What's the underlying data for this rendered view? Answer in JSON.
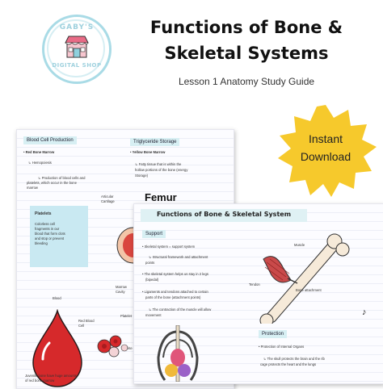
{
  "logo": {
    "top_text": "GABY'S",
    "bottom_text": "DIGITAL SHOP"
  },
  "header": {
    "title_line1": "Functions of Bone &",
    "title_line2": "Skeletal Systems",
    "subtitle": "Lesson 1 Anatomy Study Guide"
  },
  "badge": {
    "line1": "Instant",
    "line2": "Download",
    "color": "#f6c92c"
  },
  "back_page": {
    "section1_title": "Blood Cell Production",
    "s1_bullet1": "Red Bone Marrow",
    "s1_sub1": "Hemopoiesis",
    "s1_sub2": "Production of blood cells and",
    "s1_sub3": "platelets, which occur in the bone",
    "s1_sub4": "marrow",
    "platelets_box_title": "Platelets",
    "platelets_box_text": [
      "Colorless cell",
      "fragments in our",
      "blood that form clots",
      "and stop or prevent",
      "bleeding"
    ],
    "section2_title": "Triglyceride Storage",
    "s2_bullet1": "Yellow Bone Marrow",
    "s2_sub1": "Fatty tissue that is within the",
    "s2_sub2": "hollow portions of the bone (energy",
    "s2_sub3": "Storage)",
    "femur_label": "Femur",
    "articular_label": [
      "Articular",
      "Cartilage"
    ],
    "marrow_label": [
      "Marrow",
      "Cavity"
    ],
    "blood_label": "Blood",
    "rbc_label": [
      "Red Blood",
      "Cell"
    ],
    "platelet_label": "Platelet",
    "wbc_label": "White",
    "bottom_text": [
      "Juvenile bone have huge amounts",
      "of red bone marrow"
    ]
  },
  "front_page": {
    "title": "Functions of Bone & Skeletal System",
    "support_head": "Support",
    "b1": "Skeletal system = support system",
    "b1_sub": [
      "Structural framework and attachment",
      "points"
    ],
    "b2": [
      "The skeletal system helps us stay in 2 legs",
      "(bipedal)"
    ],
    "b3": [
      "Ligaments and tendons attached to certain",
      "parts of the bone (attachment points)"
    ],
    "b3_sub": [
      "The contraction of the muscle will allow",
      "movement"
    ],
    "muscle_label": "Muscle",
    "tendon_label": "Tendon",
    "bone_attach_label": "Bone attachment",
    "protection_head": "Protection",
    "p1": "Protection of Internal Organs",
    "p1_sub": [
      "The skull protects the brain and the rib",
      "cage protects the heart and the lungs"
    ]
  }
}
